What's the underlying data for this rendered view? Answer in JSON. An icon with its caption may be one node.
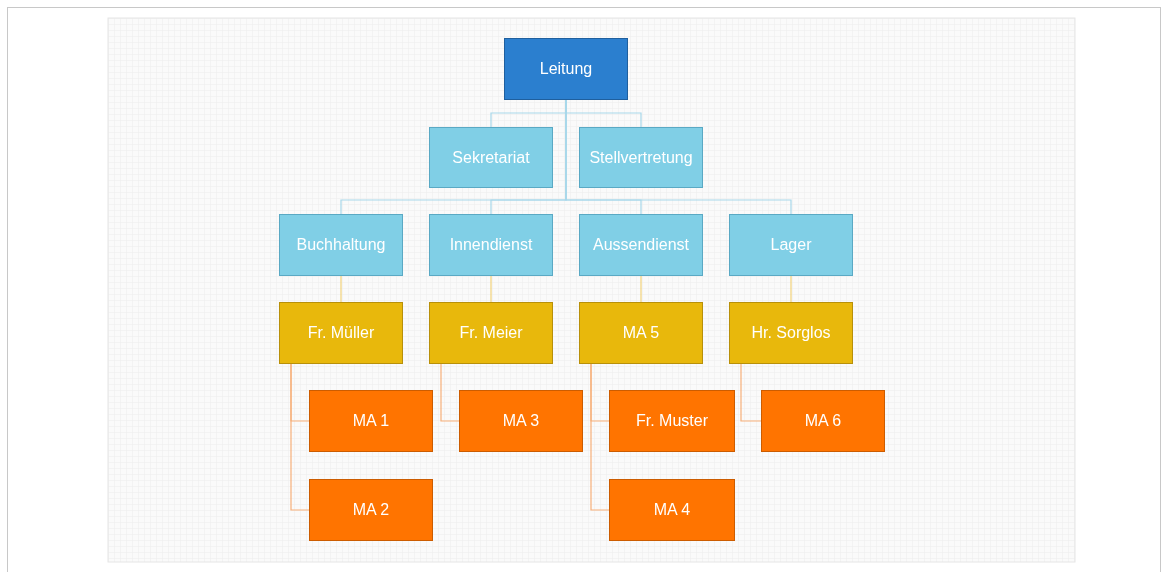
{
  "diagram": {
    "nodes": [
      {
        "text": [
          "Leitung"
        ]
      },
      {
        "text": [
          "Sekretariat"
        ]
      },
      {
        "text": [
          "Stellvertretung"
        ]
      },
      {
        "text": [
          "Buchhaltung"
        ]
      },
      {
        "text": [
          "Innendienst"
        ]
      },
      {
        "text": [
          "Aussendienst"
        ]
      },
      {
        "text": [
          "Lager"
        ]
      },
      {
        "text": [
          "Fr. Müller"
        ]
      },
      {
        "text": [
          "Fr. Meier"
        ]
      },
      {
        "text": [
          "MA 5"
        ]
      },
      {
        "text": [
          "Hr. Sorglos"
        ]
      },
      {
        "text": [
          "MA 1"
        ]
      },
      {
        "text": [
          "MA 3"
        ]
      },
      {
        "text": [
          "Fr. Muster"
        ]
      },
      {
        "text": [
          "MA 6"
        ]
      },
      {
        "text": [
          "MA 2"
        ]
      },
      {
        "text": [
          "MA 4"
        ]
      }
    ],
    "edges": [
      {
        "from": 0,
        "to": 1,
        "arrow": "none"
      },
      {
        "from": 0,
        "to": 2,
        "arrow": "none"
      },
      {
        "from": 0,
        "to": 3,
        "arrow": "none"
      },
      {
        "from": 0,
        "to": 4,
        "arrow": "none"
      },
      {
        "from": 0,
        "to": 5,
        "arrow": "none"
      },
      {
        "from": 0,
        "to": 6,
        "arrow": "none"
      },
      {
        "from": 3,
        "to": 7,
        "arrow": "none",
        "color": "#f2d27a"
      },
      {
        "from": 4,
        "to": 8,
        "arrow": "none",
        "color": "#f2d27a"
      },
      {
        "from": 5,
        "to": 9,
        "arrow": "none",
        "color": "#f2d27a"
      },
      {
        "from": 6,
        "to": 10,
        "arrow": "none",
        "color": "#f2d27a"
      },
      {
        "from": 7,
        "to": 11,
        "arrow": "none",
        "color": "#f7b07a"
      },
      {
        "from": 7,
        "to": 15,
        "arrow": "none",
        "color": "#f7b07a"
      },
      {
        "from": 8,
        "to": 12,
        "arrow": "none",
        "color": "#f7b07a"
      },
      {
        "from": 9,
        "to": 13,
        "arrow": "none",
        "color": "#f7b07a"
      },
      {
        "from": 9,
        "to": 16,
        "arrow": "none",
        "color": "#f7b07a"
      },
      {
        "from": 10,
        "to": 14,
        "arrow": "none",
        "color": "#f7b07a"
      }
    ]
  }
}
